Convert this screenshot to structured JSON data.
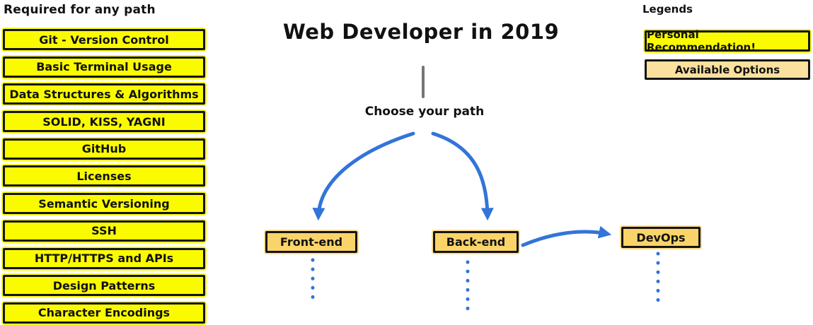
{
  "title": "Web Developer in 2019",
  "subtitle": "Choose your path",
  "required": {
    "heading": "Required for any path",
    "items": [
      "Git - Version Control",
      "Basic Terminal Usage",
      "Data Structures & Algorithms",
      "SOLID, KISS, YAGNI",
      "GitHub",
      "Licenses",
      "Semantic Versioning",
      "SSH",
      "HTTP/HTTPS and APIs",
      "Design Patterns",
      "Character Encodings"
    ]
  },
  "paths": {
    "frontend": "Front-end",
    "backend": "Back-end",
    "devops": "DevOps"
  },
  "legend": {
    "heading": "Legends",
    "recommendation": "Personal Recommendation!",
    "option": "Available Options"
  },
  "colors": {
    "highlight_yellow": "#fbfb00",
    "path_gold": "#fbd469",
    "option_tan": "#fbe09e",
    "arrow_blue": "#3274d9",
    "border_black": "#141414",
    "connector_gray": "#757575"
  }
}
